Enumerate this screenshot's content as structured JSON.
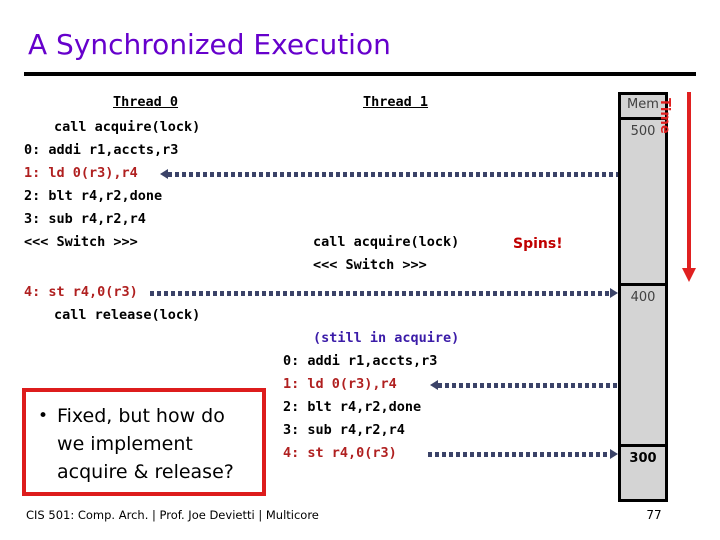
{
  "slide": {
    "title": "A Synchronized Execution",
    "footer": "CIS 501: Comp. Arch.  |  Prof. Joe Devietti  |  Multicore",
    "page_number": "77",
    "colors": {
      "title": "#6600CC",
      "code_red": "#B02020",
      "code_blue": "#3B1CA8",
      "spins_red": "#C00000",
      "time_red": "#E02020",
      "arrow_navy": "#3B4368",
      "box_border_red": "#DD1C1C",
      "mem_fill": "#D4D4D4"
    }
  },
  "thread0": {
    "header": "Thread 0",
    "lines": [
      {
        "text": "call acquire(lock)",
        "color": "black",
        "indent": 1
      },
      {
        "text": "0: addi r1,accts,r3",
        "color": "black",
        "indent": 0
      },
      {
        "text": "1: ld 0(r3),r4",
        "color": "red",
        "indent": 0
      },
      {
        "text": "2: blt r4,r2,done",
        "color": "black",
        "indent": 0
      },
      {
        "text": "3: sub r4,r2,r4",
        "color": "black",
        "indent": 0
      },
      {
        "text": "<<< Switch >>>",
        "color": "black",
        "indent": 0
      },
      {
        "text": "4: st r4,0(r3)",
        "color": "red",
        "indent": 0
      },
      {
        "text": "call release(lock)",
        "color": "black",
        "indent": 1
      }
    ]
  },
  "thread1": {
    "header": "Thread 1",
    "lines": [
      {
        "text": "call acquire(lock)",
        "color": "black"
      },
      {
        "text": "<<< Switch >>>",
        "color": "black"
      },
      {
        "text": "(still in acquire)",
        "color": "blue"
      },
      {
        "text": "0: addi r1,accts,r3",
        "color": "black"
      },
      {
        "text": "1: ld 0(r3),r4",
        "color": "red"
      },
      {
        "text": "2: blt r4,r2,done",
        "color": "black"
      },
      {
        "text": "3: sub r4,r2,r4",
        "color": "black"
      },
      {
        "text": "4: st r4,0(r3)",
        "color": "red"
      }
    ],
    "annotation": "Spins!"
  },
  "memory": {
    "header": "Mem",
    "values": [
      "500",
      "400",
      "300"
    ]
  },
  "time_axis": {
    "label": "Time"
  },
  "callout": {
    "bullet": "•",
    "text": "Fixed, but how do we implement acquire & release?"
  },
  "arrows": [
    {
      "name": "load-arrow-thread0",
      "direction": "left"
    },
    {
      "name": "store-arrow-thread0",
      "direction": "right"
    },
    {
      "name": "load-arrow-thread1",
      "direction": "left"
    },
    {
      "name": "store-arrow-thread1",
      "direction": "right"
    }
  ]
}
